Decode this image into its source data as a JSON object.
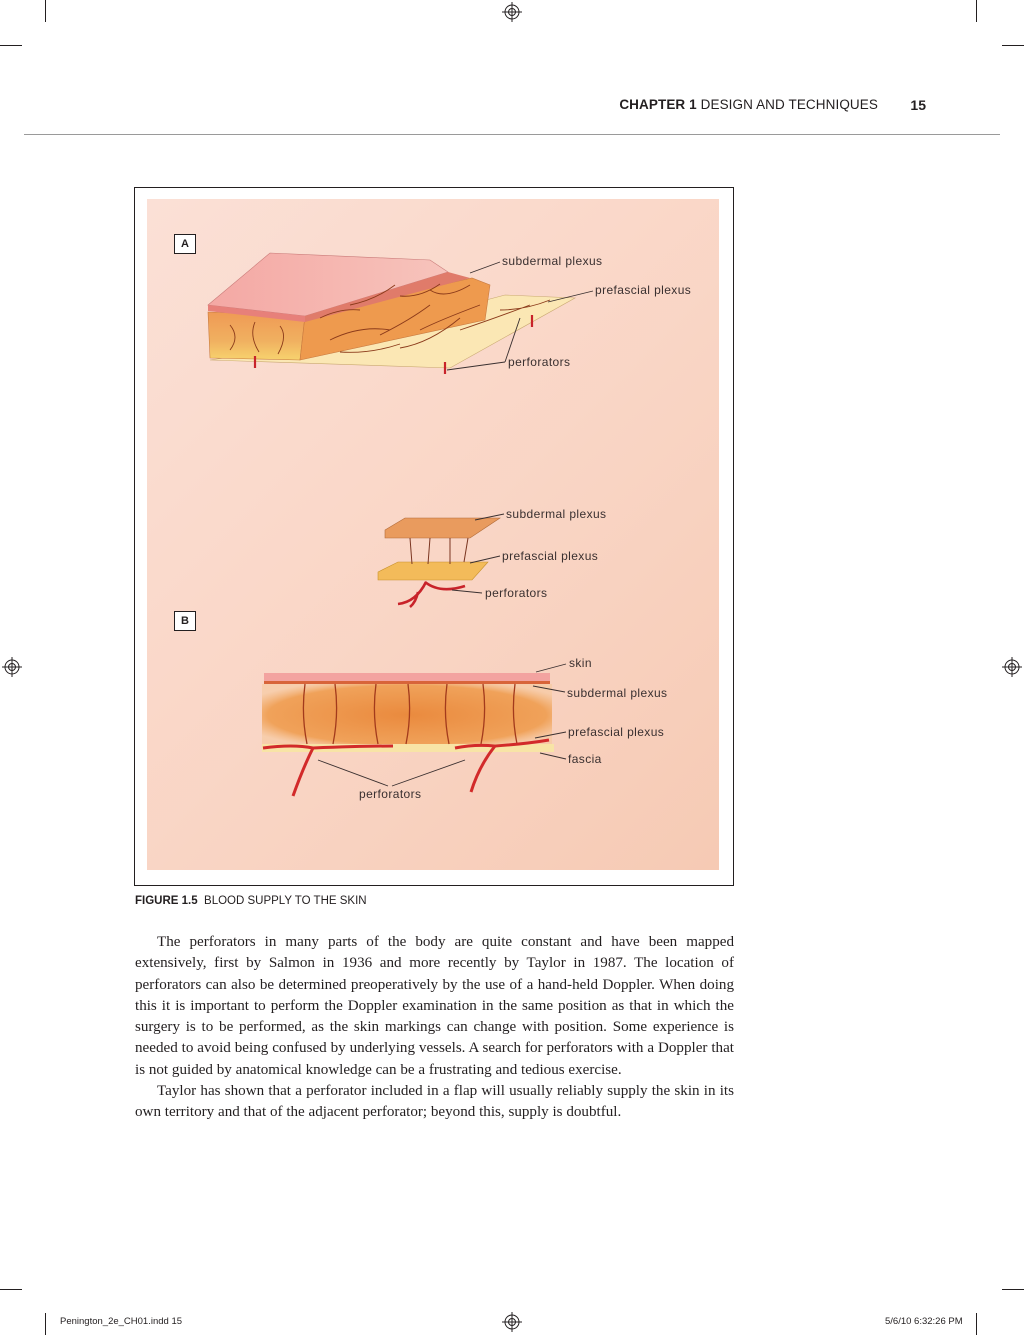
{
  "header": {
    "chapter_bold": "CHAPTER 1",
    "chapter_title": "DESIGN AND TECHNIQUES",
    "page_number": "15"
  },
  "figure": {
    "panel_a_tag": "A",
    "panel_b_tag": "B",
    "labels_a": {
      "subdermal": "subdermal plexus",
      "prefascial": "prefascial plexus",
      "perforators": "perforators"
    },
    "labels_mid": {
      "subdermal": "subdermal plexus",
      "prefascial": "prefascial plexus",
      "perforators": "perforators"
    },
    "labels_b": {
      "skin": "skin",
      "subdermal": "subdermal plexus",
      "prefascial": "prefascial plexus",
      "fascia": "fascia",
      "perforators": "perforators"
    },
    "caption_label": "FIGURE 1.5",
    "caption_text": "BLOOD SUPPLY TO THE SKIN"
  },
  "body": {
    "paragraph_1": "The perforators in many parts of the body are quite constant and have been mapped extensively, first by Salmon in 1936 and more recently by Taylor in 1987. The location of perforators can also be determined preoperatively by the use of a hand-held Doppler. When doing this it is important to perform the Doppler examination in the same position as that in which the surgery is to be performed, as the skin markings can change with position. Some experience is needed to avoid being confused by underlying vessels. A search for perforators with a Doppler that is not guided by anatomical knowledge can be a frustrating and tedious exercise.",
    "paragraph_2": "Taylor has shown that a perforator included in a flap will usually reliably supply the skin in its own territory and that of the adjacent perforator; beyond this, supply is doubtful."
  },
  "slug": {
    "file": "Penington_2e_CH01.indd   15",
    "datetime": "5/6/10   6:32:26 PM"
  },
  "colors": {
    "vessel": "#d22a2a",
    "fat": "#e8904a",
    "skin": "#f3a3a0",
    "background": "#f9d6c6"
  }
}
